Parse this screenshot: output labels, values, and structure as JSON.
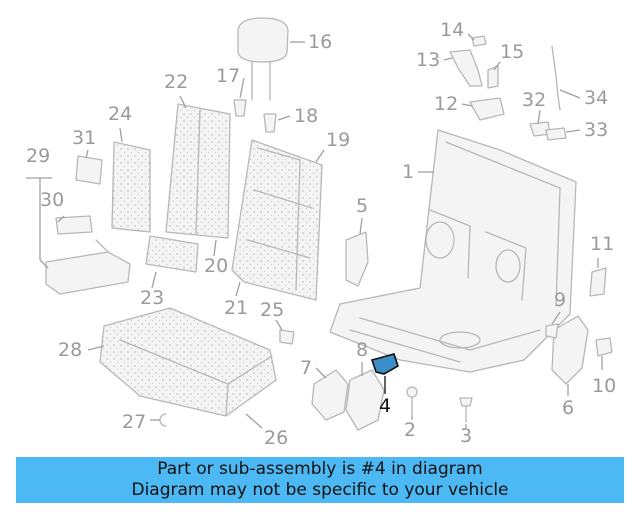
{
  "diagram": {
    "highlighted_part": "4",
    "callouts": [
      "1",
      "2",
      "3",
      "4",
      "5",
      "6",
      "7",
      "8",
      "9",
      "10",
      "11",
      "12",
      "13",
      "14",
      "15",
      "16",
      "17",
      "18",
      "19",
      "20",
      "21",
      "22",
      "23",
      "24",
      "25",
      "26",
      "27",
      "28",
      "29",
      "30",
      "31",
      "32",
      "33",
      "34"
    ]
  },
  "banner": {
    "line1": "Part or sub-assembly is #4 in diagram",
    "line2": "Diagram may not be specific to your vehicle"
  }
}
